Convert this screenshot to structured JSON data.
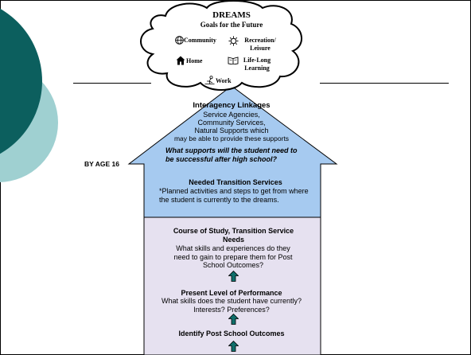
{
  "colors": {
    "teal_dark": "#0c5f5e",
    "teal_light": "#9fd0d1",
    "arrow_fill": "#a6caf0",
    "box_fill": "#e6e1f0",
    "small_arrow": "#0f6f6b"
  },
  "cloud": {
    "title": "DREAMS",
    "subtitle": "Goals for the Future",
    "items": {
      "community": "Community",
      "recreation": "Recreation/ Leisure",
      "home": "Home",
      "lifelong": "Life-Long Learning",
      "work": "Work"
    }
  },
  "side_label": "BY AGE 16",
  "arrow": {
    "linkages_title": "Interagency Linkages",
    "linkages_line1": "Service Agencies,",
    "linkages_line2": "Community Services,",
    "linkages_line3": "Natural Supports which",
    "linkages_line4": "may be able to provide these supports",
    "question": "What supports will the student need to be successful after high school?",
    "services_title": "Needed Transition Services",
    "services_text": "*Planned activities and steps to get from where the student is currently to the dreams."
  },
  "box": {
    "course_title": "Course of Study, Transition Service Needs",
    "course_text": "What skills and experiences do they need to gain to prepare them for Post School Outcomes?",
    "plop_title": "Present Level of Performance",
    "plop_text": "What skills does the student have currently?  Interests?  Preferences?",
    "outcomes_title": "Identify Post School Outcomes"
  },
  "icons": [
    "globe-icon",
    "sun-icon",
    "house-icon",
    "book-icon",
    "worker-icon",
    "up-arrow-icon"
  ]
}
